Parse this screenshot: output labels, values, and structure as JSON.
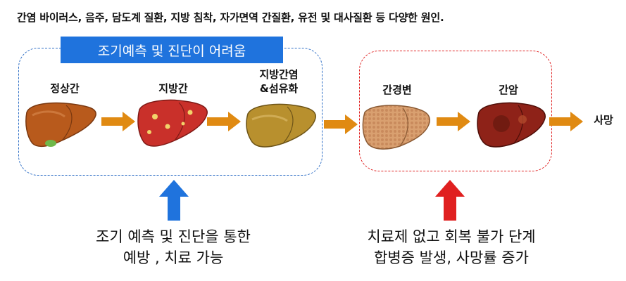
{
  "header": {
    "text": "간염 바이러스, 음주, 담도계 질환, 지방 침착, 자가면역 간질환, 유전 및 대사질환 등 다양한 원인."
  },
  "early_group": {
    "banner": "조기예측 및 진단이 어려움"
  },
  "stages": [
    {
      "label": "정상간"
    },
    {
      "label": "지방간"
    },
    {
      "label_line1": "지방간염",
      "label_line2": "&섬유화"
    },
    {
      "label": "간경변"
    },
    {
      "label": "간암"
    }
  ],
  "outcome": {
    "label": "사망"
  },
  "bottom_left": {
    "line1": "조기 예측 및 진단을 통한",
    "line2": "예방 , 치료 가능"
  },
  "bottom_right": {
    "line1": "치료제 없고 회복 불가 단계",
    "line2": "합병증 발생, 사망률 증가"
  },
  "colors": {
    "blue": "#1f73dd",
    "red": "#e02020",
    "orange": "#e08a12"
  }
}
